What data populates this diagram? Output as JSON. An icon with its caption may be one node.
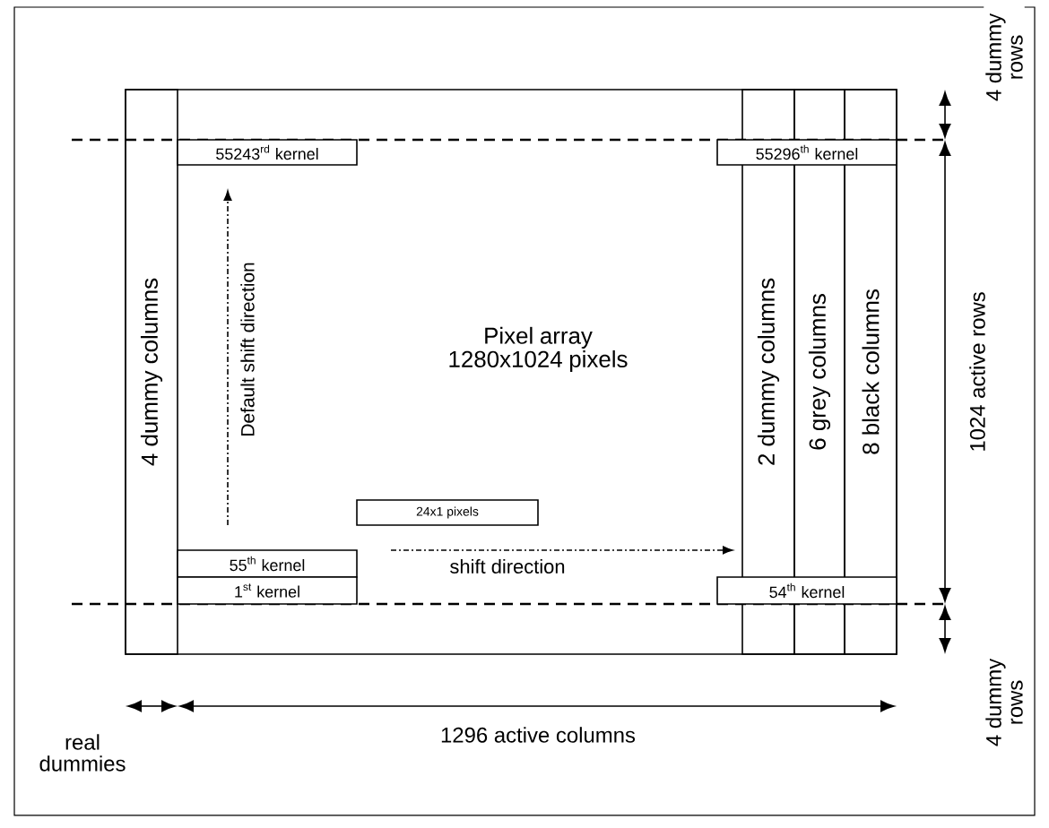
{
  "diagram": {
    "nodes": [
      {
        "text": [
          "Pixel array 1280x1024 pixels"
        ]
      },
      {
        "text": [
          "4 dummy columns"
        ],
        "in": 0
      },
      {
        "text": [
          "2 dummy columns"
        ],
        "in": 0
      },
      {
        "text": [
          "6 grey columns"
        ],
        "in": 0
      },
      {
        "text": [
          "8 black columns"
        ],
        "in": 0
      },
      {
        "text": [
          "55243$^{rd}$ kernel"
        ],
        "in": 0
      },
      {
        "text": [
          "55296$^{th}$ kernel"
        ],
        "in": 0
      },
      {
        "text": [
          "24x1 pixels"
        ],
        "in": 0
      },
      {
        "text": [
          "55$^{th}$ kernel"
        ],
        "in": 0
      },
      {
        "text": [
          "1$^{st}$ kernel"
        ],
        "in": 0
      },
      {
        "text": [
          "54$^{th}$ kernel"
        ],
        "in": 0
      }
    ],
    "labels": [
      "4 dummy rows",
      "Default shift direction",
      "1024 active rows",
      "shift direction",
      "4 dummy rows",
      "real dummies",
      "1296 active columns"
    ]
  }
}
